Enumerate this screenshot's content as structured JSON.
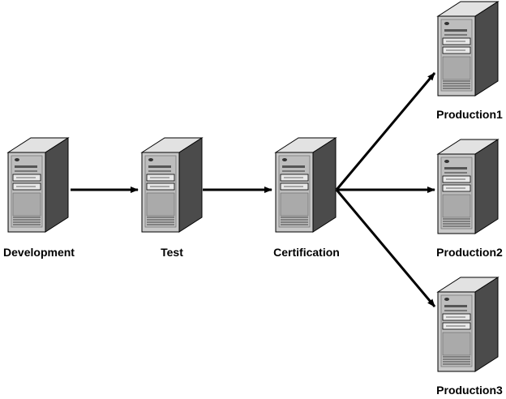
{
  "diagram": {
    "nodes": [
      {
        "id": "development",
        "label": "Development",
        "icon": "server-tower-icon"
      },
      {
        "id": "test",
        "label": "Test",
        "icon": "server-tower-icon"
      },
      {
        "id": "certification",
        "label": "Certification",
        "icon": "server-tower-icon"
      },
      {
        "id": "production1",
        "label": "Production1",
        "icon": "server-tower-icon"
      },
      {
        "id": "production2",
        "label": "Production2",
        "icon": "server-tower-icon"
      },
      {
        "id": "production3",
        "label": "Production3",
        "icon": "server-tower-icon"
      }
    ],
    "edges": [
      {
        "from": "development",
        "to": "test"
      },
      {
        "from": "test",
        "to": "certification"
      },
      {
        "from": "certification",
        "to": "production1"
      },
      {
        "from": "certification",
        "to": "production2"
      },
      {
        "from": "certification",
        "to": "production3"
      }
    ],
    "colors": {
      "background": "#ffffff",
      "server_front": "#c8c8c8",
      "server_side": "#4a4a4a",
      "server_top": "#e0e0e0",
      "outline": "#000000",
      "arrow": "#000000"
    }
  }
}
